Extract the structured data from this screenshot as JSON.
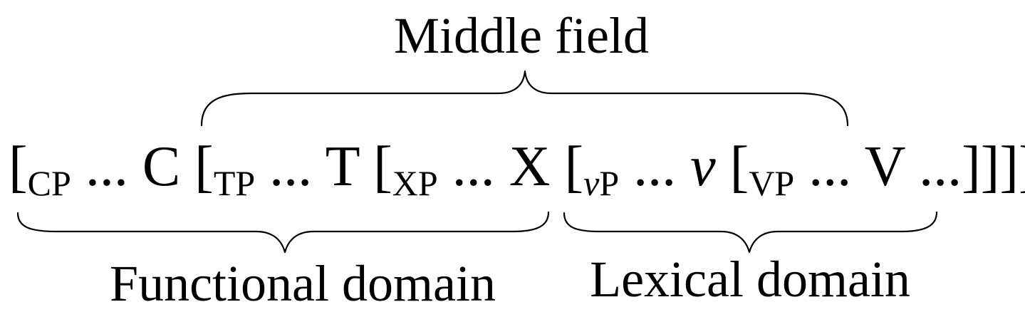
{
  "labels": {
    "top": "Middle field",
    "bottom_left": "Functional domain",
    "bottom_right": "Lexical domain"
  },
  "structure": {
    "cp_open": "[",
    "cp_sub": "CP",
    "cp_body": " ... C ",
    "tp_open": "[",
    "tp_sub": "TP",
    "tp_body": " ... T ",
    "xp_open": "[",
    "xp_sub": "XP",
    "xp_body": " ... X ",
    "vp_small_open": "[",
    "vp_small_sub_italic": "v",
    "vp_small_sub_rest": "P",
    "vp_small_body_dots": " ... ",
    "vp_small_head": "v",
    "vp_small_space": " ",
    "vp_open": "[",
    "vp_sub": "VP",
    "vp_body": " ... V ...",
    "close": "]]]]]"
  }
}
